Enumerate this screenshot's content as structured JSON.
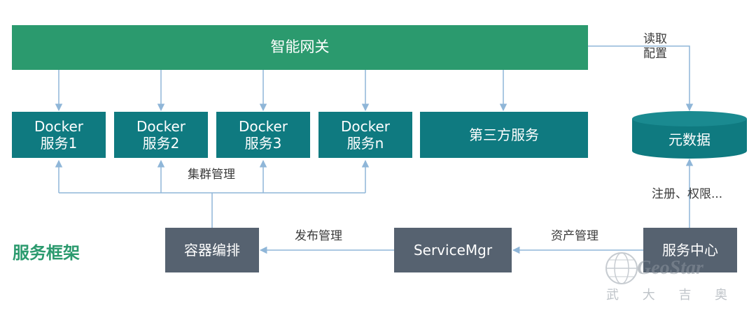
{
  "gateway": {
    "label": "智能网关"
  },
  "services": [
    {
      "line1": "Docker",
      "line2": "服务1"
    },
    {
      "line1": "Docker",
      "line2": "服务2"
    },
    {
      "line1": "Docker",
      "line2": "服务3"
    },
    {
      "line1": "Docker",
      "line2": "服务n"
    }
  ],
  "third_party": {
    "label": "第三方服务"
  },
  "metadata": {
    "label": "元数据"
  },
  "edge_labels": {
    "read_config_1": "读取",
    "read_config_2": "配置",
    "cluster_mgmt": "集群管理",
    "register_perm": "注册、权限...",
    "publish_mgmt": "发布管理",
    "asset_mgmt": "资产管理"
  },
  "orchestrator": {
    "label": "容器编排"
  },
  "service_mgr": {
    "label": "ServiceMgr"
  },
  "service_center": {
    "label": "服务中心"
  },
  "framework_label": "服务框架",
  "watermark": {
    "brand": "GeoStar",
    "cn": "武 大 吉 奥"
  },
  "colors": {
    "gateway": "#2b9a6e",
    "teal_box": "#0f7a80",
    "gray_box": "#566270",
    "arrow": "#8fb6d8",
    "title": "#2b9a6e"
  }
}
